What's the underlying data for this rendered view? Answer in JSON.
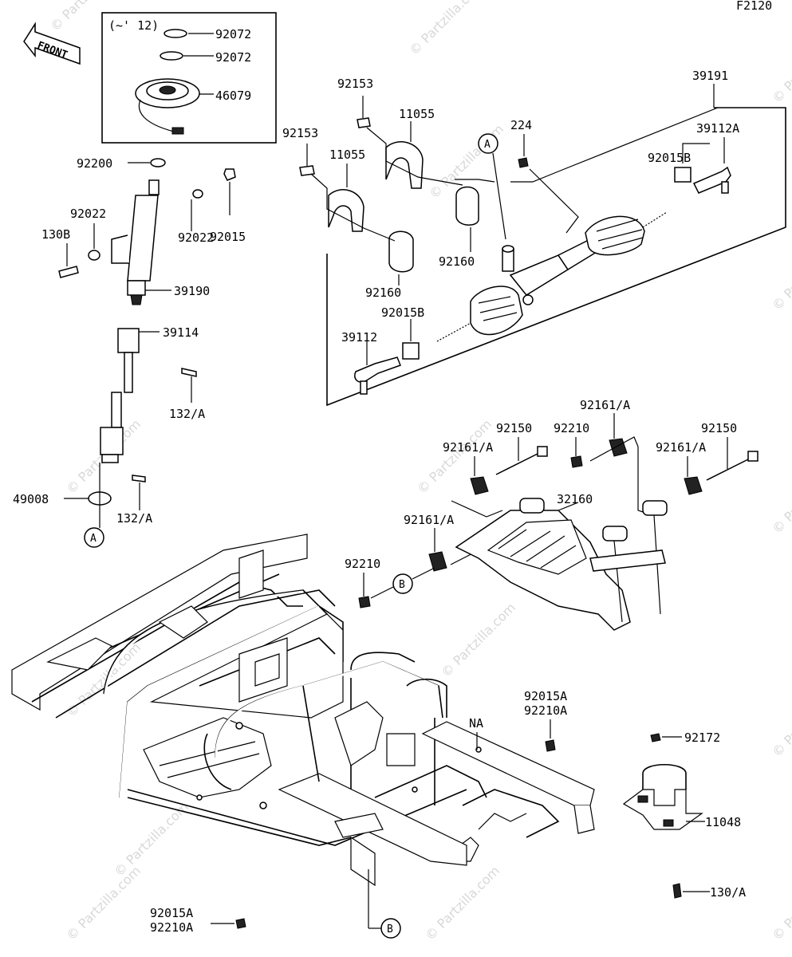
{
  "figure_code": "F2120",
  "front_label": "FRONT",
  "inset_label": "(~' 12)",
  "watermark_text": "© Partzilla.com",
  "callouts": {
    "A": "A",
    "B": "B"
  },
  "part_labels": {
    "p92072a": "92072",
    "p92072b": "92072",
    "p46079": "46079",
    "p92200": "92200",
    "p92022a": "92022",
    "p130b": "130B",
    "p92015": "92015",
    "p92022b": "92022",
    "p39190": "39190",
    "p39114": "39114",
    "p132a1": "132/A",
    "p49008": "49008",
    "p132a2": "132/A",
    "p92153a": "92153",
    "p92153b": "92153",
    "p11055a": "11055",
    "p11055b": "11055",
    "p224": "224",
    "p39191": "39191",
    "p39112a": "39112A",
    "p92015b1": "92015B",
    "p92160a": "92160",
    "p92160b": "92160",
    "p92015b2": "92015B",
    "p39112": "39112",
    "p92161a1": "92161/A",
    "p92150a": "92150",
    "p92210a": "92210",
    "p92161a2": "92161/A",
    "p92161a3": "92161/A",
    "p92150b": "92150",
    "p32160": "32160",
    "p92161a4": "92161/A",
    "p92210b": "92210",
    "p92015a1": "92015A",
    "p92210a1": "92210A",
    "pna": "NA",
    "p92172": "92172",
    "p11048": "11048",
    "p130a": "130/A",
    "p92015a2": "92015A",
    "p92210a2": "92210A"
  }
}
